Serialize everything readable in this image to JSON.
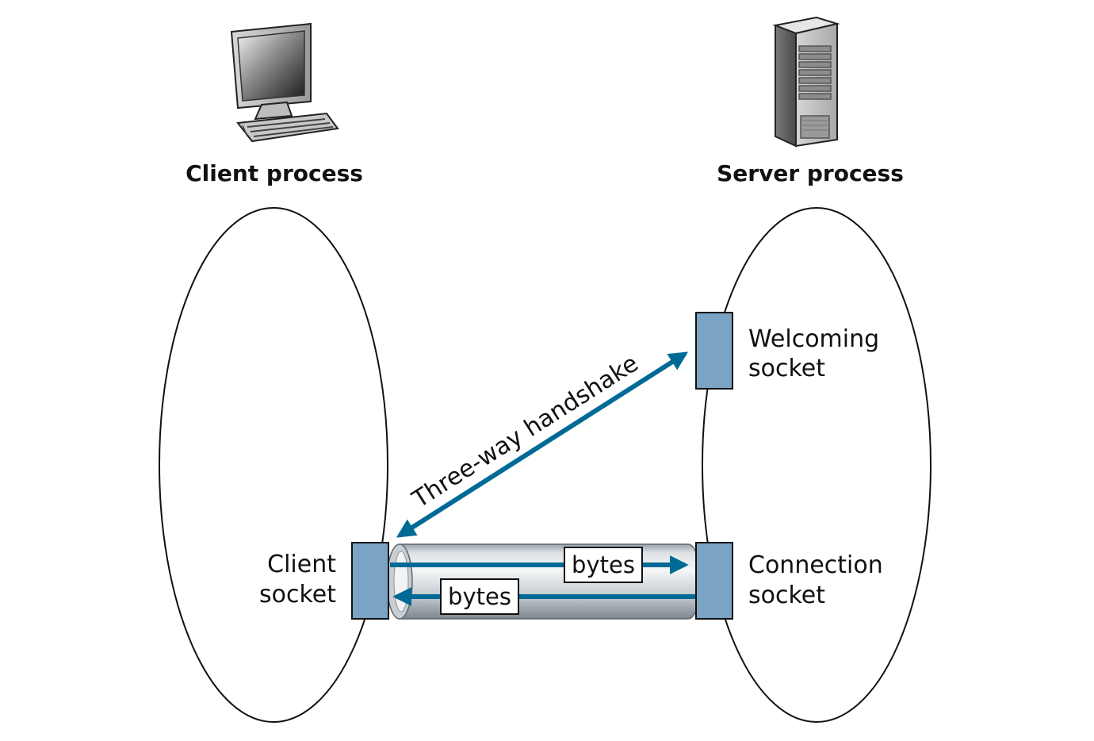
{
  "client": {
    "title": "Client process",
    "icon": "desktop-computer-icon",
    "socket_line1": "Client",
    "socket_line2": "socket"
  },
  "server": {
    "title": "Server process",
    "icon": "server-tower-icon",
    "welcoming_line1": "Welcoming",
    "welcoming_line2": "socket",
    "connection_line1": "Connection",
    "connection_line2": "socket"
  },
  "handshake_label": "Three-way handshake",
  "pipe": {
    "upper_label": "bytes",
    "lower_label": "bytes"
  },
  "colors": {
    "arrow": "#006a96",
    "socket_fill": "#7ba3c4",
    "outline": "#111111"
  }
}
